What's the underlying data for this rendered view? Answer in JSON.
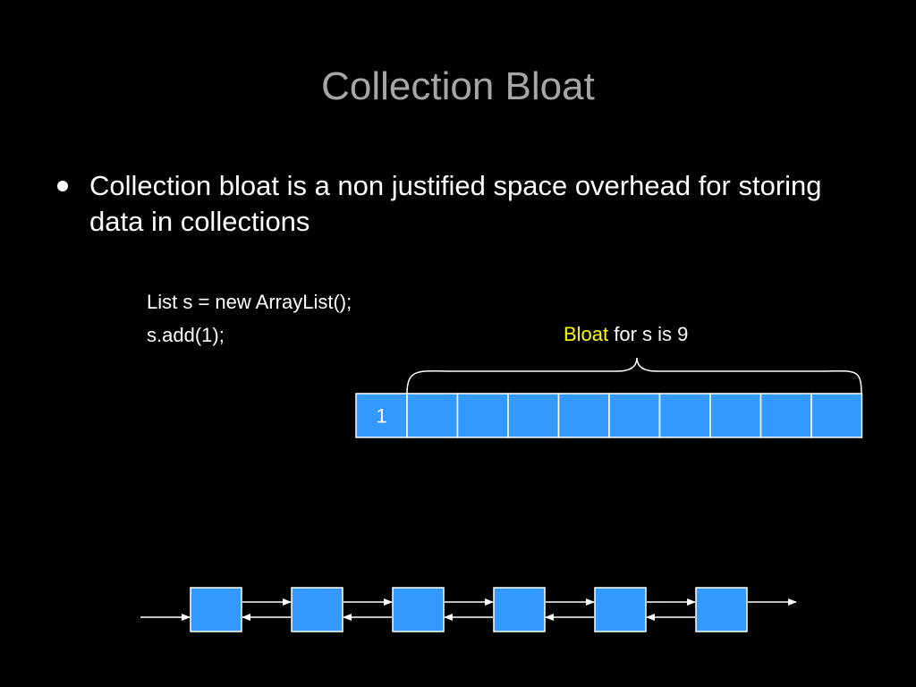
{
  "slide": {
    "title": "Collection Bloat",
    "bullet": "Collection bloat is a non justified space overhead for storing data in collections",
    "code": [
      "List s = new ArrayList();",
      "s.add(1);"
    ],
    "bloat_label": {
      "highlight": "Bloat",
      "rest": " for s is 9"
    }
  },
  "array_list": {
    "cells": [
      "1",
      "",
      "",
      "",
      "",
      "",
      "",
      "",
      "",
      ""
    ],
    "filled_count": 1,
    "empty_count": 9
  },
  "linked_list": {
    "node_count": 6
  },
  "colors": {
    "background": "#000000",
    "title": "#a6a6a6",
    "text": "#ffffff",
    "highlight": "#ffff00",
    "cell_fill": "#3399ff",
    "cell_border": "#ffffff"
  }
}
